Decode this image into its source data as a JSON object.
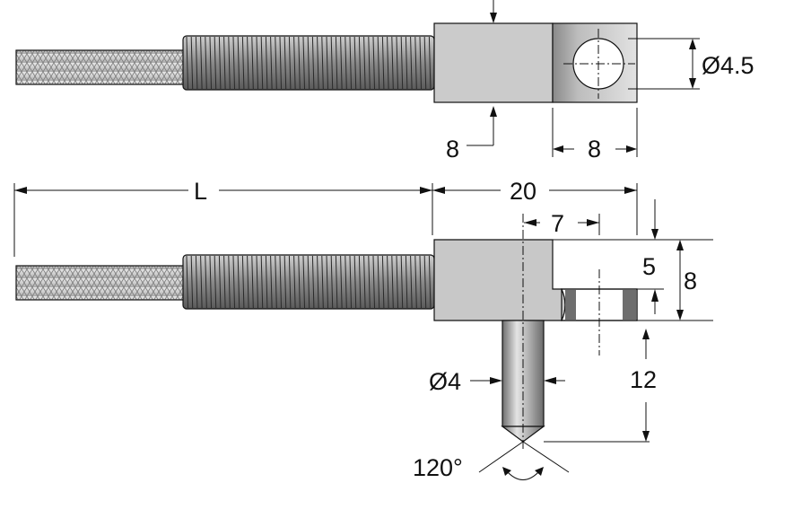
{
  "labels": {
    "hole_diameter": "Ø4.5",
    "width_8_top_left": "8",
    "width_8_top_right": "8",
    "length_L": "L",
    "head_length_20": "20",
    "offset_7": "7",
    "height_5": "5",
    "height_8": "8",
    "tip_12": "12",
    "shaft_diameter": "Ø4",
    "tip_angle": "120°"
  },
  "colors": {
    "metal": "#c9c9c9",
    "metal_dark": "#8f8f8f",
    "outline": "#111111",
    "spring": "#9a9a9a"
  }
}
